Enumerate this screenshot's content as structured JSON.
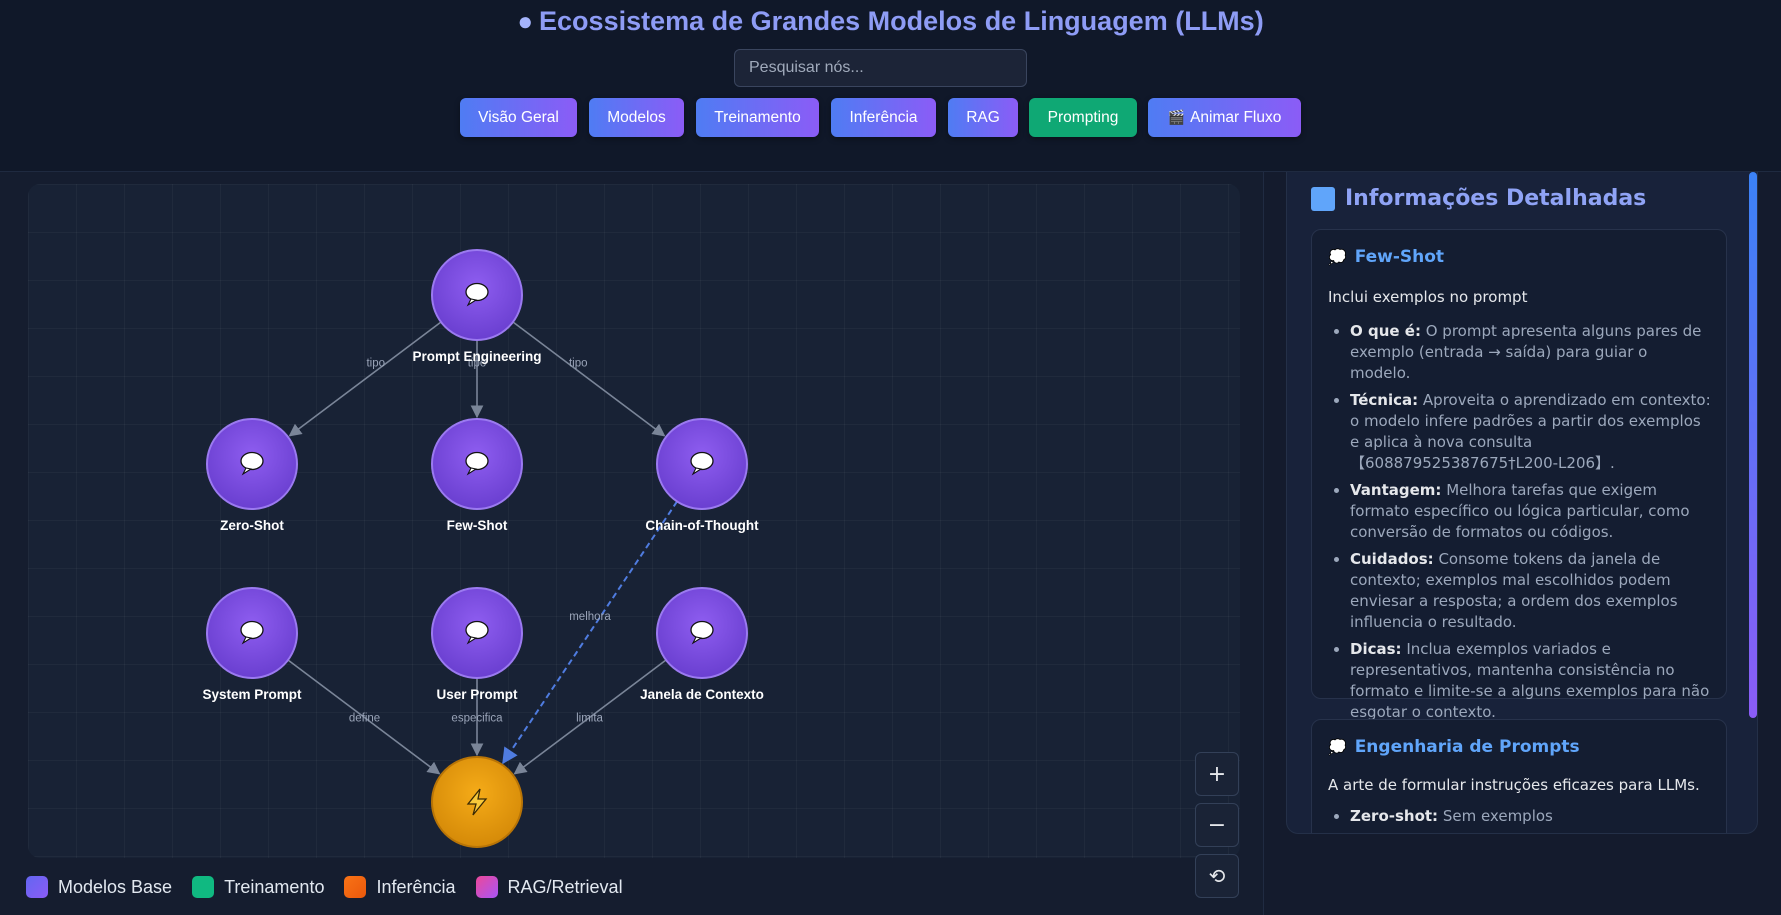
{
  "header": {
    "title": "Ecossistema de Grandes Modelos de Linguagem (LLMs)",
    "title_icon": "brain-icon",
    "search_placeholder": "Pesquisar nós...",
    "nav": [
      {
        "label": "Visão Geral"
      },
      {
        "label": "Modelos"
      },
      {
        "label": "Treinamento"
      },
      {
        "label": "Inferência"
      },
      {
        "label": "RAG"
      },
      {
        "label": "Prompting",
        "active": true
      },
      {
        "label": "Animar Fluxo",
        "icon": "clapperboard-icon"
      }
    ]
  },
  "graph": {
    "nodes": [
      {
        "id": "prompt-engineering",
        "label": "Prompt Engineering",
        "icon": "speech-bubble-icon"
      },
      {
        "id": "zero-shot",
        "label": "Zero-Shot",
        "icon": "speech-bubble-icon"
      },
      {
        "id": "few-shot",
        "label": "Few-Shot",
        "icon": "speech-bubble-icon"
      },
      {
        "id": "chain-of-thought",
        "label": "Chain-of-Thought",
        "icon": "speech-bubble-icon"
      },
      {
        "id": "system-prompt",
        "label": "System Prompt",
        "icon": "speech-bubble-icon"
      },
      {
        "id": "user-prompt",
        "label": "User Prompt",
        "icon": "speech-bubble-icon"
      },
      {
        "id": "janela-de-contexto",
        "label": "Janela de Contexto",
        "icon": "speech-bubble-icon"
      },
      {
        "id": "inference-output",
        "label": "",
        "icon": "lightning-icon"
      }
    ],
    "edges": [
      {
        "from": "prompt-engineering",
        "to": "zero-shot",
        "label": "tipo"
      },
      {
        "from": "prompt-engineering",
        "to": "few-shot",
        "label": "tipo"
      },
      {
        "from": "prompt-engineering",
        "to": "chain-of-thought",
        "label": "tipo"
      },
      {
        "from": "chain-of-thought",
        "to": "inference-output",
        "label": "melhora",
        "dashed": true
      },
      {
        "from": "system-prompt",
        "to": "inference-output",
        "label": "define"
      },
      {
        "from": "user-prompt",
        "to": "inference-output",
        "label": "especifica"
      },
      {
        "from": "janela-de-contexto",
        "to": "inference-output",
        "label": "limita"
      }
    ],
    "colors": {
      "prompt_node": "#7c4ddb",
      "inference_node": "#e69b0f",
      "edge": "#7a8598",
      "dashed_edge": "#4f7ce0"
    },
    "zoom_controls": [
      {
        "label": "+",
        "name": "zoom-in-button"
      },
      {
        "label": "−",
        "name": "zoom-out-button"
      },
      {
        "label": "⟲",
        "name": "reset-view-button"
      }
    ]
  },
  "legend": [
    {
      "label": "Modelos Base",
      "color": "#6366f1"
    },
    {
      "label": "Treinamento",
      "color": "#10b981"
    },
    {
      "label": "Inferência",
      "color": "#f97316"
    },
    {
      "label": "RAG/Retrieval",
      "color": "#ec4899"
    }
  ],
  "info": {
    "heading": "Informações Detalhadas",
    "cards": [
      {
        "title": "Few-Shot",
        "subtitle": "Inclui exemplos no prompt",
        "items": [
          {
            "term": "O que é:",
            "text": " O prompt apresenta alguns pares de exemplo (entrada → saída) para guiar o modelo."
          },
          {
            "term": "Técnica:",
            "text": " Aproveita o aprendizado em contexto: o modelo infere padrões a partir dos exemplos e aplica à nova consulta【608879525387675†L200-L206】."
          },
          {
            "term": "Vantagem:",
            "text": " Melhora tarefas que exigem formato específico ou lógica particular, como conversão de formatos ou códigos."
          },
          {
            "term": "Cuidados:",
            "text": " Consome tokens da janela de contexto; exemplos mal escolhidos podem enviesar a resposta; a ordem dos exemplos influencia o resultado."
          },
          {
            "term": "Dicas:",
            "text": " Inclua exemplos variados e representativos, mantenha consistência no formato e limite-se a alguns exemplos para não esgotar o contexto."
          }
        ]
      },
      {
        "title": "Engenharia de Prompts",
        "subtitle": "A arte de formular instruções eficazes para LLMs.",
        "items": [
          {
            "term": "Zero-shot:",
            "text": " Sem exemplos"
          }
        ]
      }
    ]
  }
}
